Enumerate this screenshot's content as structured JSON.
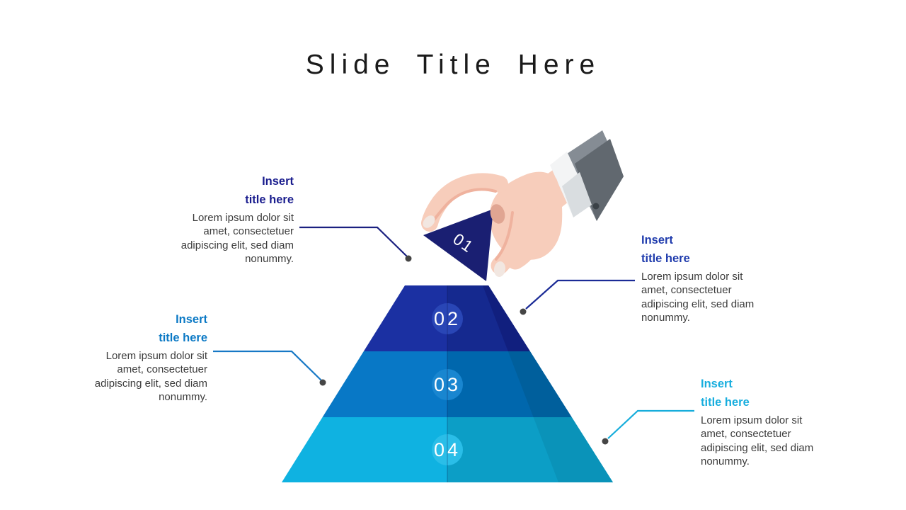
{
  "slide_title": "Slide Title Here",
  "text_colors": {
    "title": "#1A1A1A",
    "body": "#3C3C3C"
  },
  "callouts": [
    {
      "id": "top-left",
      "align": "right",
      "accent_color": "#1A1D8E",
      "title_lines": [
        "Insert",
        "title here"
      ],
      "body_lines": [
        "Lorem ipsum dolor sit",
        "amet, consectetuer",
        "adipiscing elit, sed diam",
        "nonummy."
      ]
    },
    {
      "id": "middle-left",
      "align": "right",
      "accent_color": "#0B79C5",
      "title_lines": [
        "Insert",
        "title here"
      ],
      "body_lines": [
        "Lorem ipsum dolor sit",
        "amet, consectetuer",
        "adipiscing elit, sed diam",
        "nonummy."
      ]
    },
    {
      "id": "top-right",
      "align": "left",
      "accent_color": "#203CAD",
      "title_lines": [
        "Insert",
        "title here"
      ],
      "body_lines": [
        "Lorem ipsum dolor sit",
        "amet, consectetuer",
        "adipiscing elit, sed diam",
        "nonummy."
      ]
    },
    {
      "id": "bottom-right",
      "align": "left",
      "accent_color": "#18AEDE",
      "title_lines": [
        "Insert",
        "title here"
      ],
      "body_lines": [
        "Lorem ipsum dolor sit",
        "amet, consectetuer",
        "adipiscing elit, sed diam",
        "nonummy."
      ]
    }
  ],
  "connectors": [
    {
      "for": "top-left",
      "color": "#1A2080"
    },
    {
      "for": "middle-left",
      "color": "#1778C5"
    },
    {
      "for": "top-right",
      "color": "#1B2B96"
    },
    {
      "for": "bottom-right",
      "color": "#16ADDB"
    }
  ],
  "connector_dot_color": "#454545",
  "pyramid": {
    "apex": {
      "number": "01",
      "color": "#1A1F72",
      "number_color": "#FFFFFF"
    },
    "levels": [
      {
        "number": "02",
        "left_color": "#1B30A2",
        "right_color": "#15298F",
        "edge_band_color": "#111F7E",
        "tab_color": "#2946B6",
        "number_color": "#FFFFFF"
      },
      {
        "number": "03",
        "left_color": "#0878C6",
        "right_color": "#0067AD",
        "edge_band_color": "#005F9C",
        "tab_color": "#1986D0",
        "number_color": "#FFFFFF"
      },
      {
        "number": "04",
        "left_color": "#0FB2E1",
        "right_color": "#0C9EC6",
        "edge_band_color": "#0A93B9",
        "tab_color": "#2ABEE8",
        "number_color": "#FFFFFF"
      }
    ]
  },
  "illustration": {
    "name": "hand-placing-pyramid-apex",
    "colors": {
      "skin": "#F7CDBB",
      "skin_shadow": "#EFB29E",
      "finger_gap_shadow": "#E0A592",
      "nail": "#F2E7E1",
      "sleeve_light": "#858C94",
      "sleeve_dark": "#61686F",
      "cuff": "#F3F4F5",
      "cuff_shadow": "#D9DDE0",
      "button": "#3A4147"
    }
  }
}
